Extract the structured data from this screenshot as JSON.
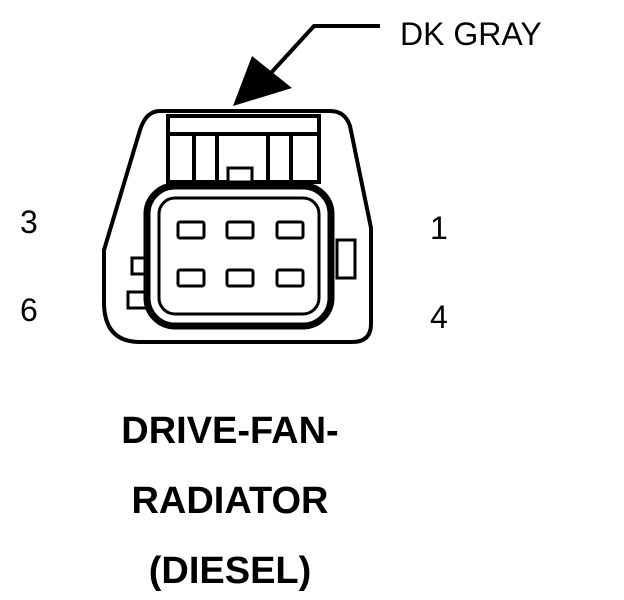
{
  "wire_color": "DK GRAY",
  "pins": {
    "top_left": "3",
    "bottom_left": "6",
    "top_right": "1",
    "bottom_right": "4"
  },
  "title": {
    "line1": "DRIVE-FAN-",
    "line2": "RADIATOR",
    "line3": "(DIESEL)"
  }
}
